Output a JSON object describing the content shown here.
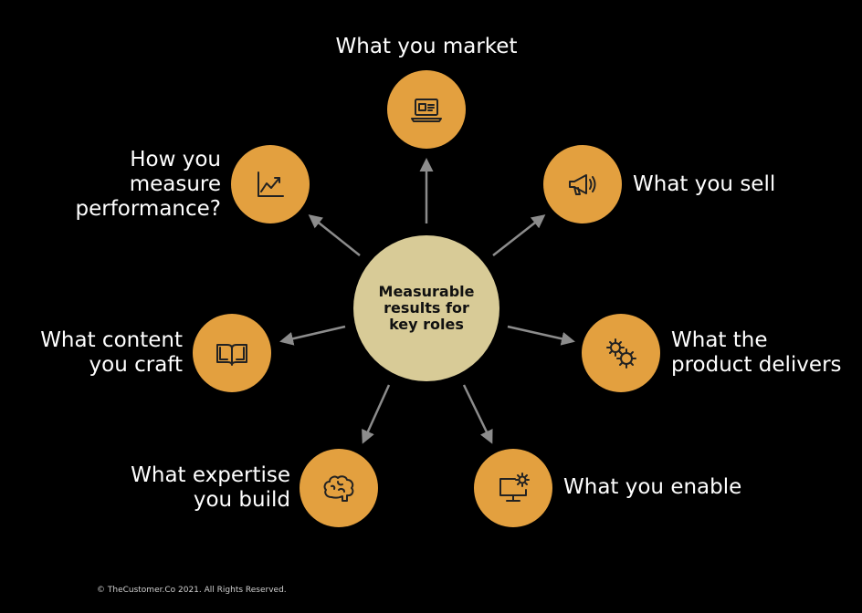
{
  "center": {
    "label": "Measurable\nresults for\nkey roles"
  },
  "nodes": {
    "market": {
      "label": "What you market",
      "icon": "laptop-icon"
    },
    "sell": {
      "label": "What you sell",
      "icon": "megaphone-icon"
    },
    "delivers": {
      "label": "What the\nproduct delivers",
      "icon": "gears-icon"
    },
    "enable": {
      "label": "What you enable",
      "icon": "monitor-gear-icon"
    },
    "expertise": {
      "label": "What expertise\nyou build",
      "icon": "brain-icon"
    },
    "content": {
      "label": "What content\nyou craft",
      "icon": "book-icon"
    },
    "measure": {
      "label": "How you\nmeasure\nperformance?",
      "icon": "line-chart-icon"
    }
  },
  "colors": {
    "background": "#000000",
    "node_fill": "#e3a03f",
    "center_fill": "#d8cb97",
    "arrow": "#8c8c8c",
    "icon_stroke": "#222222"
  },
  "footer": {
    "copyright": "© TheCustomer.Co 2021. All Rights Reserved."
  }
}
